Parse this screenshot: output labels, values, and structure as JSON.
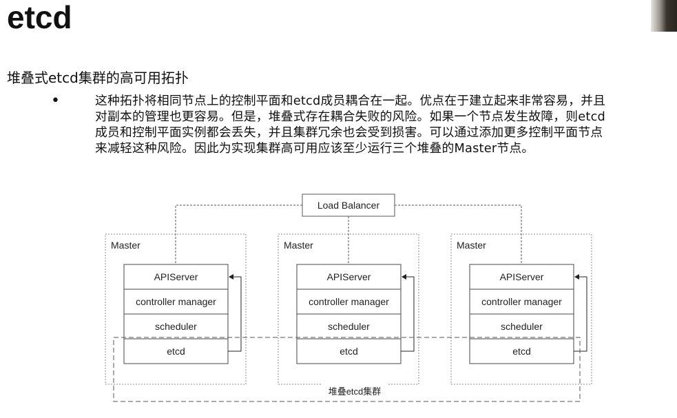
{
  "slide": {
    "title": "etcd",
    "subtitle": "堆叠式etcd集群的高可用拓扑",
    "bullet_symbol": "•",
    "paragraph_lines": [
      "这种拓扑将相同节点上的控制平面和etcd成员耦合在一起。优点在于建立起来非常容易，并且",
      "对副本的管理也更容易。但是，堆叠式存在耦合失败的风险。如果一个节点发生故障，则etcd",
      "成员和控制平面实例都会丢失，并且集群冗余也会受到损害。可以通过添加更多控制平面节点",
      "来减轻这种风险。因此为实现集群高可用应该至少运行三个堆叠的Master节点。"
    ]
  },
  "diagram": {
    "load_balancer": "Load Balancer",
    "masters": [
      {
        "label": "Master",
        "components": [
          "APIServer",
          "controller manager",
          "scheduler",
          "etcd"
        ]
      },
      {
        "label": "Master",
        "components": [
          "APIServer",
          "controller manager",
          "scheduler",
          "etcd"
        ]
      },
      {
        "label": "Master",
        "components": [
          "APIServer",
          "controller manager",
          "scheduler",
          "etcd"
        ]
      }
    ],
    "etcd_cluster_label": "堆叠etcd集群"
  }
}
